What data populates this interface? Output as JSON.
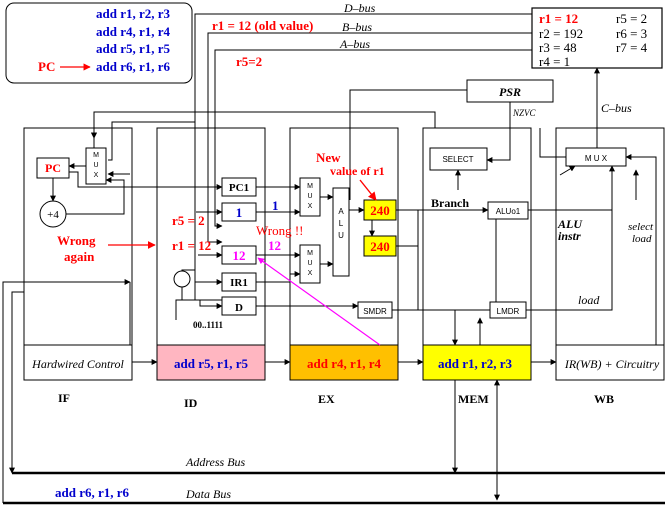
{
  "program_box": {
    "pc_label": "PC",
    "instructions": [
      "add r1, r2, r3",
      "add r4, r1, r4",
      "add r5, r1, r5",
      "add r6, r1, r6"
    ]
  },
  "registers": {
    "r1": "r1 = 12",
    "r2": "r2 = 192",
    "r3": "r3 = 48",
    "r4": "r4 = 1",
    "r5": "r5 = 2",
    "r6": "r6 = 3",
    "r7": "r7 = 4"
  },
  "buses": {
    "d_bus": "D–bus",
    "b_bus": "B–bus",
    "a_bus": "A–bus",
    "c_bus": "C–bus",
    "address_bus": "Address Bus",
    "data_bus": "Data Bus"
  },
  "annotations": {
    "r1_old": "r1 = 12 (old value)",
    "r5_top": "r5=2",
    "new_value_line1": "New",
    "new_value_line2": "value of r1",
    "r5_id": "r5 = 2",
    "r1_id": "r1 = 12",
    "wrong_again_1": "Wrong",
    "wrong_again_2": "again",
    "wrong": "Wrong !!",
    "one_blue": "1",
    "twelve_magenta": "12",
    "branch": "Branch",
    "alu_instr_1": "ALU",
    "alu_instr_2": "instr",
    "select_load_1": "select",
    "select_load_2": "load",
    "load": "load",
    "nzvc": "NZVC"
  },
  "components": {
    "psr": "PSR",
    "select": "SELECT",
    "mux_top": "MUX",
    "pc": "PC",
    "plus4": "+4",
    "pc1": "PC1",
    "id_one": "1",
    "id_twelve": "12",
    "ir1": "IR1",
    "d": "D",
    "imm": "00..1111",
    "alu": "ALU",
    "ex_val1": "240",
    "ex_val2": "240",
    "aluo1": "ALUo1",
    "smdr": "SMDR",
    "lmdr": "LMDR",
    "mux_wb": "M U X",
    "mux_letters": [
      "M",
      "U",
      "X"
    ]
  },
  "stages": {
    "if": {
      "name": "IF",
      "content": "Hardwired Control"
    },
    "id": {
      "name": "ID",
      "content": "add r5, r1, r5"
    },
    "ex": {
      "name": "EX",
      "content": "add r4, r1, r4"
    },
    "mem": {
      "name": "MEM",
      "content": "add r1, r2, r3"
    },
    "wb": {
      "name": "WB",
      "content": "IR(WB) + Circuitry"
    }
  },
  "bottom_instr": "add r6, r1, r6",
  "colors": {
    "red": "#ff0000",
    "blue": "#0000cc",
    "magenta": "#ff00ff",
    "id_fill": "#ffb6c1",
    "ex_fill": "#ffc000",
    "mem_fill": "#ffff00",
    "val_fill": "#ffff00"
  }
}
